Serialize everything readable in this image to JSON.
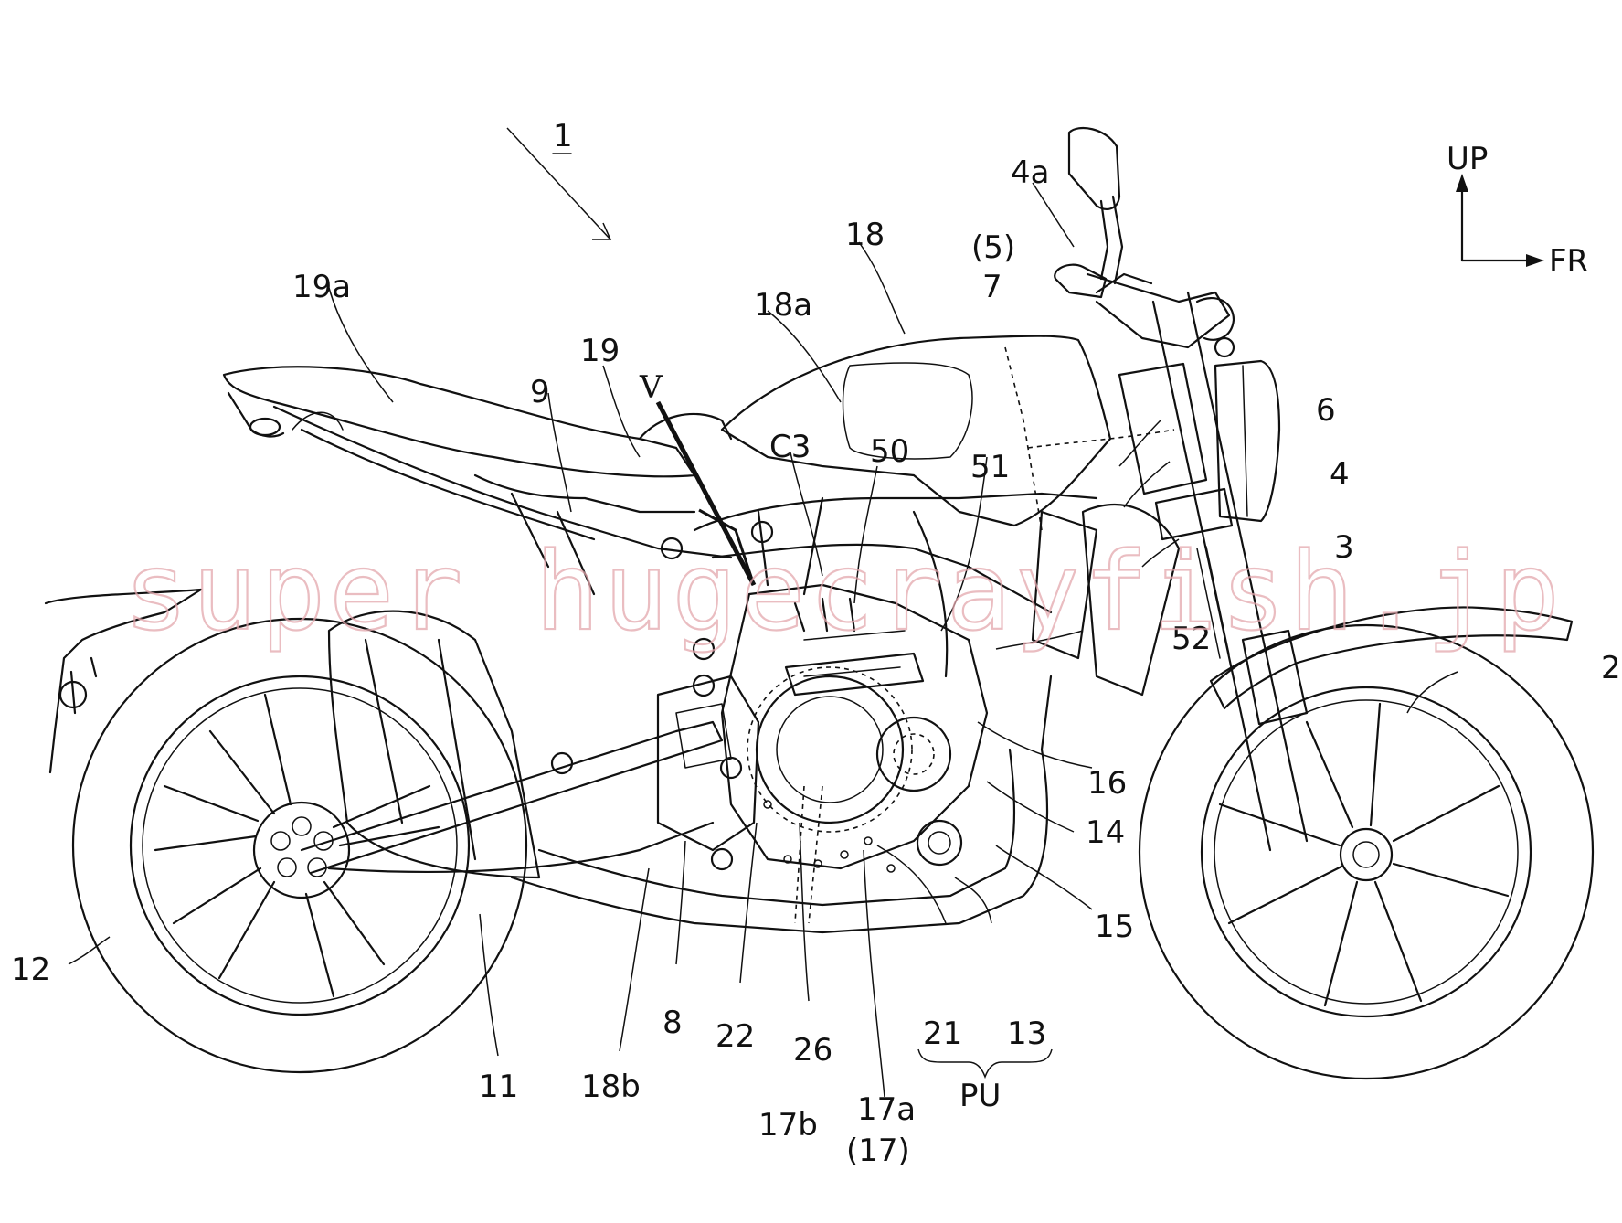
{
  "watermark": {
    "text": "super hugecrayfish.jp",
    "color": "#e3a7ad"
  },
  "direction": {
    "up": "UP",
    "front": "FR"
  },
  "group_label": "PU",
  "labels": {
    "l1": "1",
    "l2": "2",
    "l3": "3",
    "l4": "4",
    "l4a": "4a",
    "l5": "(5)",
    "l6": "6",
    "l7": "7",
    "l8": "8",
    "l9": "9",
    "l11": "11",
    "l12": "12",
    "l13": "13",
    "l14": "14",
    "l15": "15",
    "l16": "16",
    "l17a": "17a",
    "l17": "(17)",
    "l17b": "17b",
    "l18": "18",
    "l18a": "18a",
    "l18b": "18b",
    "l19": "19",
    "l19a": "19a",
    "l21": "21",
    "l22": "22",
    "l26": "26",
    "l50": "50",
    "l51": "51",
    "l52": "52",
    "lC3": "C3",
    "lV": "V"
  }
}
